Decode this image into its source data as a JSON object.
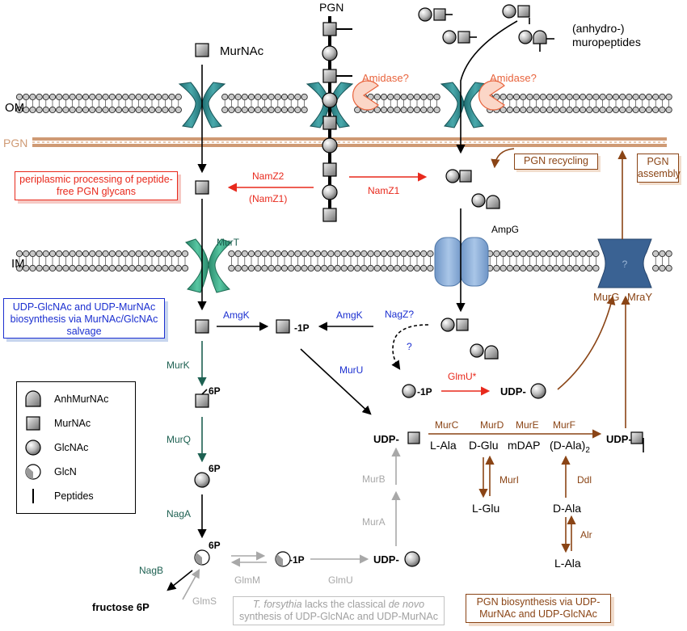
{
  "top": {
    "pgn": "PGN",
    "murnac": "MurNAc",
    "muropeptides_line1": "(anhydro-)",
    "muropeptides_line2": "muropeptides"
  },
  "membranes": {
    "om": "OM",
    "pgn": "PGN",
    "im": "IM"
  },
  "enzymes": {
    "amidase_left": "Amidase?",
    "amidase_right": "Amidase?",
    "namz2": "NamZ2",
    "namz1_paren": "(NamZ1)",
    "namz1": "NamZ1",
    "murt": "MurT",
    "ampg": "AmpG",
    "amgk_left": "AmgK",
    "amgk_right": "AmgK",
    "nagz": "NagZ?",
    "question": "?",
    "muru": "MurU",
    "glmu_star": "GlmU*",
    "murk": "MurK",
    "murq": "MurQ",
    "naga": "NagA",
    "nagb": "NagB",
    "glms": "GlmS",
    "glmm": "GlmM",
    "glmu": "GlmU",
    "mura": "MurA",
    "murb": "MurB",
    "murc": "MurC",
    "murd": "MurD",
    "mure": "MurE",
    "murf": "MurF",
    "muri": "MurI",
    "ddl": "Ddl",
    "alr": "Alr",
    "murg": "MurG",
    "mray": "MraY",
    "transporter_q": "?"
  },
  "compounds": {
    "p6": "6P",
    "p1": "-1P",
    "udp": "UDP-",
    "fructose6p": "fructose 6P",
    "lala1": "L-Ala",
    "dglu": "D-Glu",
    "mdap": "mDAP",
    "dala2": "(D-Ala)",
    "dala2_sub": "2",
    "lglu": "L-Glu",
    "dala": "D-Ala",
    "lala2": "L-Ala"
  },
  "boxes": {
    "periplasmic": "periplasmic processing of peptide-free PGN glycans",
    "udp_salvage": "UDP-GlcNAc and UDP-MurNAc biosynthesis via MurNAc/GlcNAc salvage",
    "pgn_recycling": "PGN recycling",
    "pgn_assembly": "PGN assembly",
    "tforsythia_name": "T. forsythia",
    "tforsythia_mid": " lacks the classical ",
    "tforsythia_denovo": "de novo",
    "tforsythia_line2": "synthesis of UDP-GlcNAc and UDP-MurNAc",
    "pgn_biosynthesis": "PGN biosynthesis via UDP-MurNAc and UDP-GlcNAc"
  },
  "legend": {
    "anhmurnac": "AnhMurNAc",
    "murnac": "MurNAc",
    "glcnac": "GlcNAc",
    "glcn": "GlcN",
    "peptides": "Peptides"
  },
  "colors": {
    "red": "#e8291c",
    "blue": "#1b2fd0",
    "teal": "#1e6152",
    "brown": "#8a4415",
    "grey": "#a8a8a8",
    "pgn_layer": "#cf9a74",
    "transporter_teal": "#2e8a8e",
    "murt_green": "#3aa487",
    "ampg_blue": "#7da5d5",
    "mray_blue": "#3a6293"
  }
}
